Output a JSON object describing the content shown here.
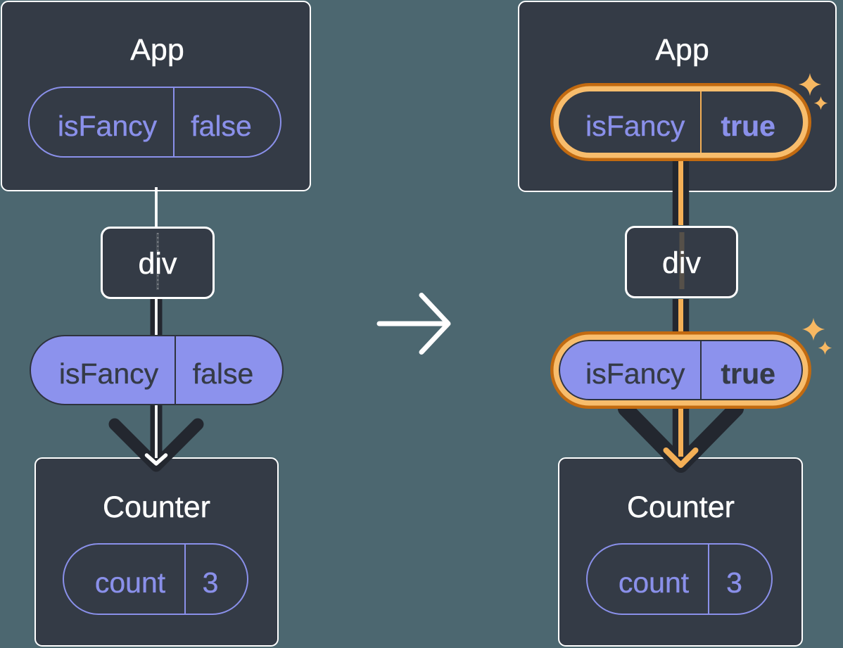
{
  "colors": {
    "background": "#4C6770",
    "card": "#343B46",
    "card_border": "#FFFFFF",
    "title_text": "#FFFFFF",
    "arrow_dark": "#23272F",
    "white": "#FFFFFF",
    "purple": "#8A90EA",
    "purple_fill": "#8C92ED",
    "pill_dark_text": "#353B47",
    "pill_dark_line": "#2E333E",
    "orange_light": "#F8BD6C",
    "orange_dark": "#C26A10",
    "orange_arrow": "#F4AF56",
    "sparkle": "#F7B862"
  },
  "icons": {
    "transition": "right-arrow-icon",
    "highlight": "sparkles-icon"
  },
  "diagram": {
    "before": {
      "app": {
        "title": "App",
        "prop": {
          "name": "isFancy",
          "value": "false"
        }
      },
      "element": {
        "label": "div"
      },
      "passed_prop": {
        "name": "isFancy",
        "value": "false"
      },
      "counter": {
        "title": "Counter",
        "state": {
          "name": "count",
          "value": "3"
        }
      }
    },
    "after": {
      "app": {
        "title": "App",
        "prop": {
          "name": "isFancy",
          "value": "true"
        }
      },
      "element": {
        "label": "div"
      },
      "passed_prop": {
        "name": "isFancy",
        "value": "true"
      },
      "counter": {
        "title": "Counter",
        "state": {
          "name": "count",
          "value": "3"
        }
      }
    }
  }
}
